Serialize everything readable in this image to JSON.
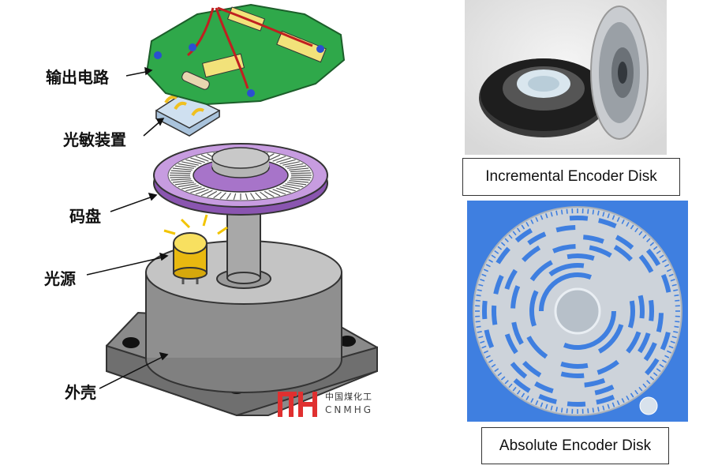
{
  "diagram": {
    "labels": {
      "output_circuit": "输出电路",
      "photosensor": "光敏装置",
      "code_disk": "码盘",
      "light_source": "光源",
      "housing": "外壳"
    },
    "logo": {
      "chinese": "中国煤化工",
      "english": "CNMHG"
    }
  },
  "photos": {
    "incremental_caption": "Incremental Encoder Disk",
    "absolute_caption": "Absolute Encoder Disk"
  },
  "colors": {
    "pcb_green": "#2fa84a",
    "disk_purple": "#a774c9",
    "housing_gray": "#8f8f8f",
    "light_yellow": "#f4d22a",
    "absolute_disk_blue": "#3f7fe0",
    "logo_red": "#e03030"
  }
}
